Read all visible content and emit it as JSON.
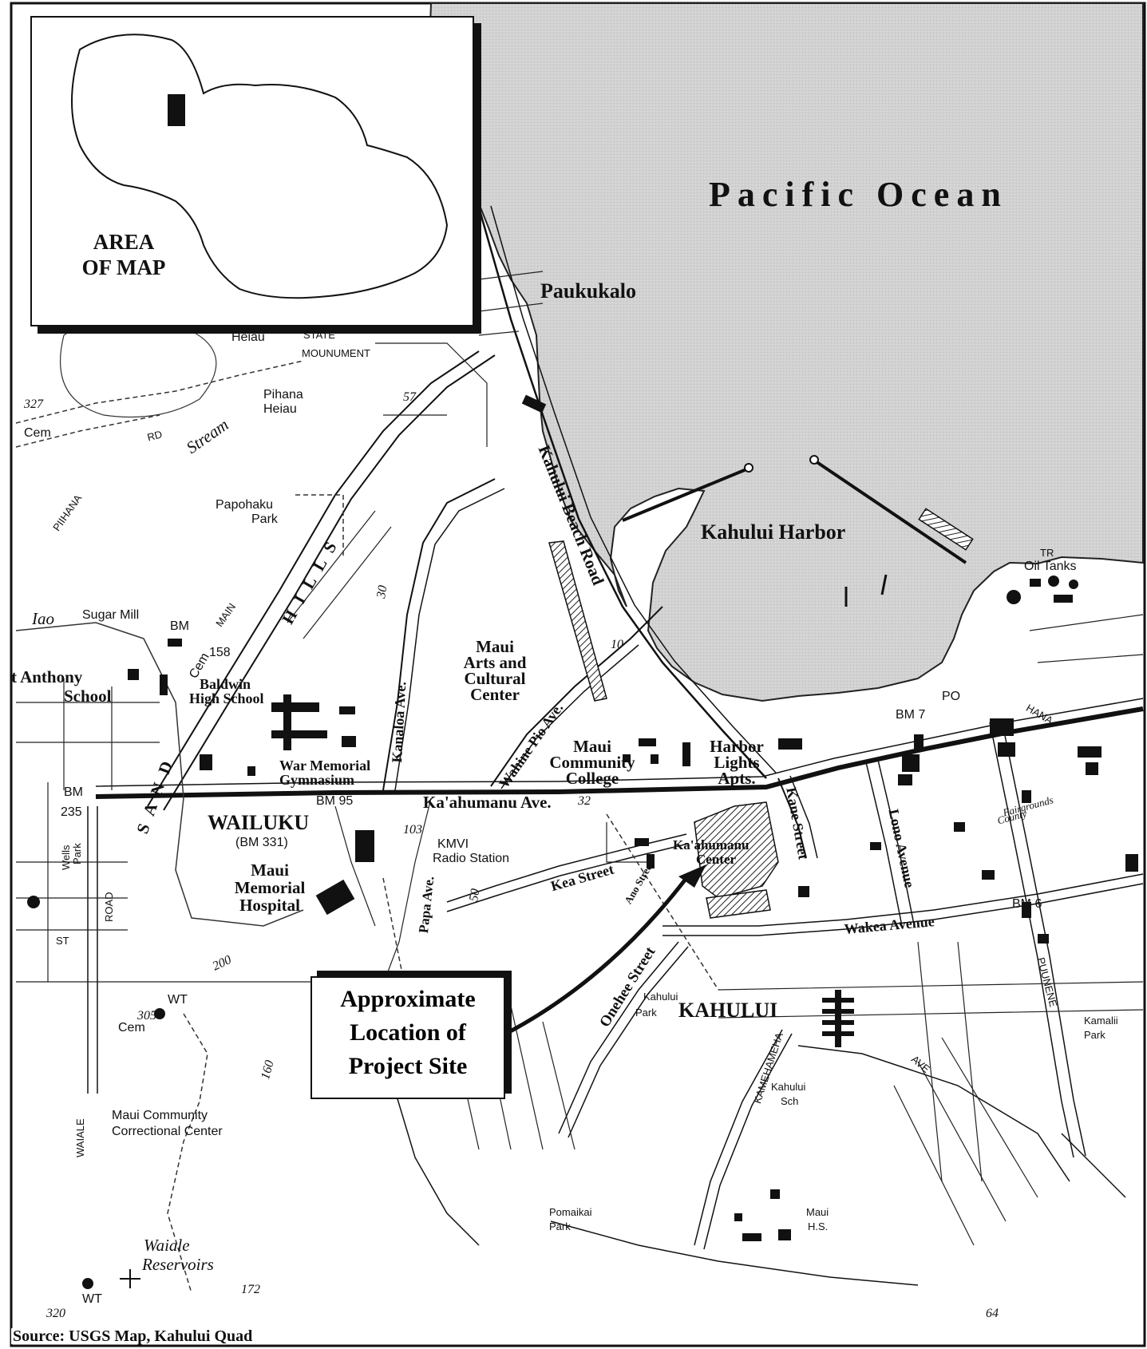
{
  "map": {
    "ocean_label": "Pacific Ocean",
    "inset": {
      "line1": "AREA",
      "line2": "OF MAP"
    },
    "callout": {
      "line1": "Approximate",
      "line2": "Location of",
      "line3": "Project Site"
    },
    "source": "Source: USGS Map, Kahului Quad",
    "places": {
      "paukukalo": "Paukukalo",
      "kahului_harbor": "Kahului Harbor",
      "wailuku": "WAILUKU",
      "wailuku_bm": "(BM 331)",
      "kahului": "KAHULUI",
      "maui_arts_1": "Maui",
      "maui_arts_2": "Arts and",
      "maui_arts_3": "Cultural",
      "maui_arts_4": "Center",
      "mcc_1": "Maui",
      "mcc_2": "Community",
      "mcc_3": "College",
      "harbor_lights_1": "Harbor",
      "harbor_lights_2": "Lights",
      "harbor_lights_3": "Apts.",
      "baldwin_1": "Baldwin",
      "baldwin_2": "High School",
      "war_memorial_1": "War Memorial",
      "war_memorial_2": "Gymnasium",
      "hospital_1": "Maui",
      "hospital_2": "Memorial",
      "hospital_3": "Hospital",
      "kaahumanu_center_1": "Ka'ahumanu",
      "kaahumanu_center_2": "Center",
      "st_anthony_1": "t Anthony",
      "st_anthony_2": "School",
      "waiale_1": "Waiale",
      "waiale_2": "Reservoirs",
      "iao": "Iao",
      "stream": "Stream"
    },
    "roads": {
      "kahului_beach_road": "Kahului Beach Road",
      "kaahumanu_ave": "Ka'ahumanu Ave.",
      "kanaloa_ave": "Kanaloa Ave.",
      "wahine_pio_ave": "Wahine Pio Ave.",
      "kea_street": "Kea Street",
      "kane_street": "Kane Street",
      "lono_avenue": "Lono Avenue",
      "wakea_avenue": "Wakea Avenue",
      "onehee_street": "Onehee Street",
      "papa_ave": "Papa Ave.",
      "ano_street": "Ano Street",
      "sand_hills_1": "S A N D",
      "sand_hills_2": "H I L L S",
      "hana": "HANA",
      "puunene": "PUUNENE",
      "kamehameha": "KAMEHAMEHA",
      "main": "MAIN",
      "road": "ROAD",
      "piihana": "PIIHANA",
      "waiale_rd": "WAIALE",
      "ave": "AVE",
      "st": "ST",
      "rd": "RD"
    },
    "small": {
      "heiau": "Heiau",
      "state_monument_1": "STATE",
      "state_monument_2": "MOUNUMENT",
      "pihana_1": "Pihana",
      "pihana_2": "Heiau",
      "cem1": "Cem",
      "cem2": "Cem",
      "cem3": "Cem",
      "papohaku_1": "Papohaku",
      "papohaku_2": "Park",
      "sugar_mill": "Sugar Mill",
      "oil_tanks": "Oil  Tanks",
      "kmvi_1": "KMVI",
      "kmvi_2": "Radio Station",
      "wells_park_1": "Wells",
      "wells_park_2": "Park",
      "county_fair_1": "County",
      "county_fair_2": "Fairgrounds",
      "kahului_park_1": "Kahului",
      "kahului_park_2": "Park",
      "kamalii_1": "Kamalii",
      "kamalii_2": "Park",
      "kahului_sch_1": "Kahului",
      "kahului_sch_2": "Sch",
      "maui_hs_1": "Maui",
      "maui_hs_2": "H.S.",
      "pomaikai_1": "Pomaikai",
      "pomaikai_2": "Park",
      "correctional_1": "Maui Community",
      "correctional_2": "Correctional Center",
      "wt1": "WT",
      "wt2": "WT",
      "bm_top": "BM",
      "bm7": "BM 7",
      "bm6": "BM 6",
      "bm95": "BM 95",
      "bm_left": "BM",
      "po": "PO",
      "tr": "TR",
      "n327": "327",
      "n158": "158",
      "n235": "235",
      "n103": "103",
      "n32": "32",
      "n200": "200",
      "n305": "305",
      "n160": "160",
      "n172": "172",
      "n320": "320",
      "n64": "64",
      "n57": "57",
      "n50": "50",
      "n30": "30",
      "n10": "10"
    }
  }
}
